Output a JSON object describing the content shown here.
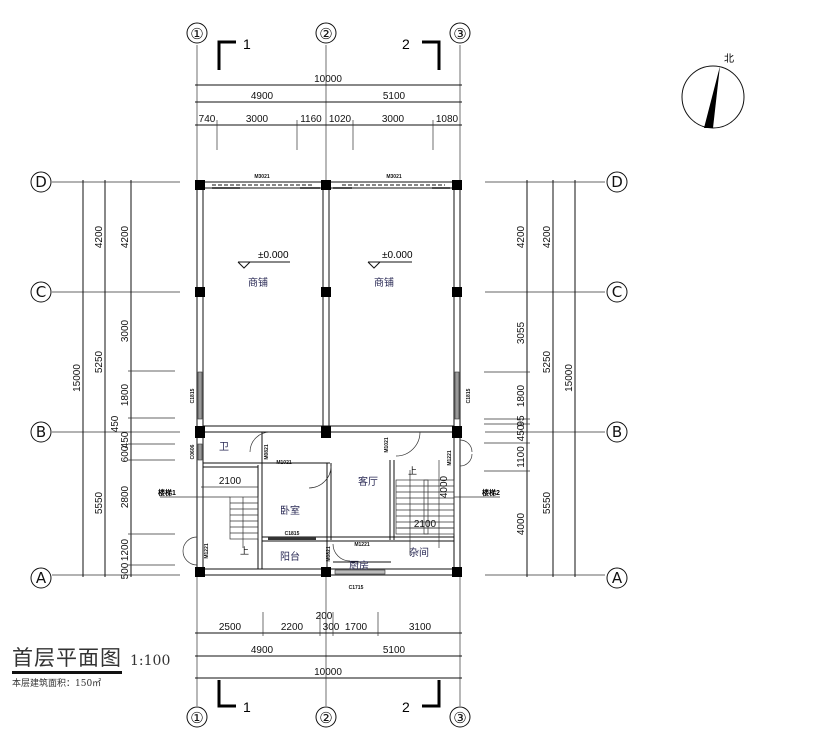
{
  "title": {
    "main": "首层平面图",
    "scale": "1:100",
    "area": "本层建筑面积：150㎡"
  },
  "north": "北",
  "axes": {
    "cols": [
      "①",
      "②",
      "③"
    ],
    "rows": [
      "D",
      "C",
      "B",
      "A"
    ]
  },
  "sections": [
    "1",
    "2"
  ],
  "dims": {
    "top": {
      "total": "10000",
      "mid": [
        "4900",
        "5100"
      ],
      "sub": [
        "740",
        "3000",
        "1160",
        "1020",
        "3000",
        "1080"
      ]
    },
    "bottom": {
      "total": "10000",
      "mid": [
        "4900",
        "5100"
      ],
      "sub": [
        "2500",
        "2200",
        "200",
        "300",
        "1700",
        "3100"
      ]
    },
    "left": {
      "total": "15000",
      "mid": [
        "4200",
        "5250",
        "5550"
      ],
      "sub": [
        "4200",
        "3000",
        "1800",
        "450",
        "450",
        "600",
        "2800",
        "1200",
        "500"
      ]
    },
    "right": {
      "total": "15000",
      "mid": [
        "4200",
        "5250",
        "5550"
      ],
      "sub": [
        "4200",
        "3055",
        "1800",
        "95",
        "450",
        "1100",
        "4000"
      ]
    }
  },
  "rooms": {
    "shop1": "商铺",
    "shop2": "商铺",
    "wc": "卫",
    "bedroom": "卧室",
    "living": "客厅",
    "balcony": "阳台",
    "kitchen": "厨房",
    "storage": "杂间"
  },
  "elevations": [
    "±0.000",
    "±0.000"
  ],
  "openings": {
    "m3021a": "M3021",
    "m3021b": "M3021",
    "c1815l": "C1815",
    "c1815r": "C1815",
    "c0606": "C0606",
    "m0821a": "M0821",
    "m1021a": "M1021",
    "m1021b": "M1021",
    "m1221a": "M1221",
    "m1221b": "M1221",
    "m1221c": "M1221",
    "m0821b": "M0821",
    "c1815b": "C1815",
    "c1715": "C1715"
  },
  "stairs": {
    "s1": "楼梯1",
    "s2": "楼梯2",
    "up": "上",
    "d1": "2100",
    "d2": "2100",
    "d3": "4000"
  }
}
